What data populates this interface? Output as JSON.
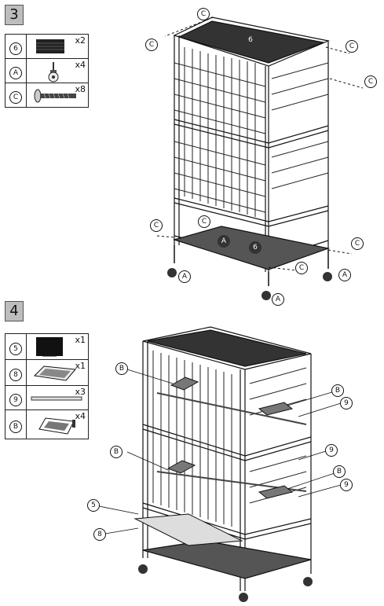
{
  "step3": {
    "number": "3",
    "parts": [
      {
        "id": "6",
        "qty": "x2",
        "icon": "grate-tray-icon"
      },
      {
        "id": "A",
        "qty": "x4",
        "icon": "caster-wheel-icon"
      },
      {
        "id": "C",
        "qty": "x8",
        "icon": "bolt-screw-icon"
      }
    ],
    "callouts": {
      "c": "C",
      "a": "A",
      "six": "6"
    }
  },
  "step4": {
    "number": "4",
    "parts": [
      {
        "id": "5",
        "qty": "x1",
        "icon": "door-panel-icon"
      },
      {
        "id": "8",
        "qty": "x1",
        "icon": "seed-tray-icon"
      },
      {
        "id": "9",
        "qty": "x3",
        "icon": "perch-rod-icon"
      },
      {
        "id": "B",
        "qty": "x4",
        "icon": "feeder-cup-icon"
      }
    ],
    "callouts": {
      "b": "B",
      "nine": "9",
      "five": "5",
      "eight": "8"
    }
  }
}
